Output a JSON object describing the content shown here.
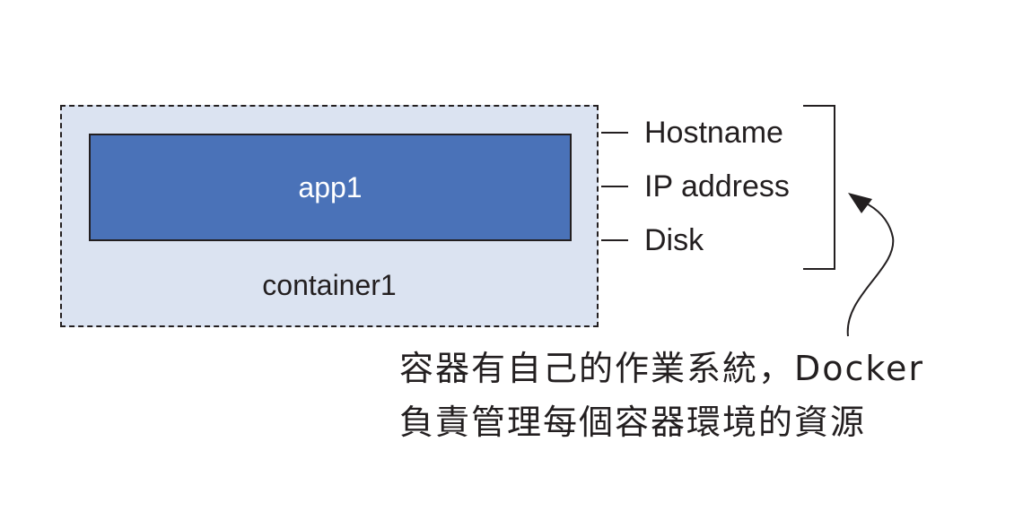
{
  "app": {
    "label": "app1"
  },
  "container": {
    "label": "container1"
  },
  "attributes": [
    {
      "label": "Hostname"
    },
    {
      "label": "IP address"
    },
    {
      "label": "Disk"
    }
  ],
  "caption": {
    "line1": "容器有自己的作業系統，Docker",
    "line2": "負責管理每個容器環境的資源"
  },
  "colors": {
    "container_fill": "#dbe3f1",
    "app_fill": "#4a72b8",
    "line": "#231f20"
  }
}
